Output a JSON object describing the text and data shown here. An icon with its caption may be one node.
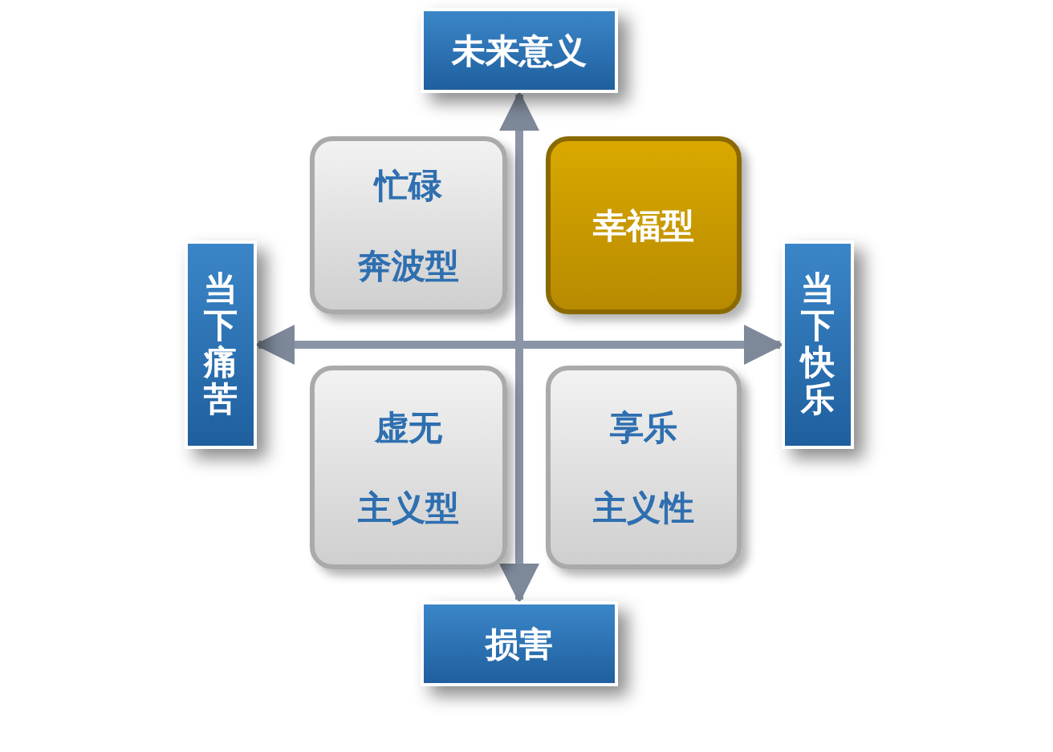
{
  "diagram": {
    "nodes": [
      {
        "text": [
          "未来意义"
        ]
      },
      {
        "text": [
          "当下痛苦"
        ]
      },
      {
        "text": [
          "忙碌",
          "奔波型"
        ]
      },
      {
        "text": [
          "幸福型"
        ]
      },
      {
        "text": [
          "当下快乐"
        ]
      },
      {
        "text": [
          "虚无",
          "主义型"
        ]
      },
      {
        "text": [
          "享乐",
          "主义性"
        ]
      },
      {
        "text": [
          "损害"
        ]
      }
    ],
    "edges": [
      {
        "from": 0,
        "to": 7,
        "arrow": "both"
      },
      {
        "from": 1,
        "to": 4,
        "arrow": "both"
      }
    ]
  }
}
